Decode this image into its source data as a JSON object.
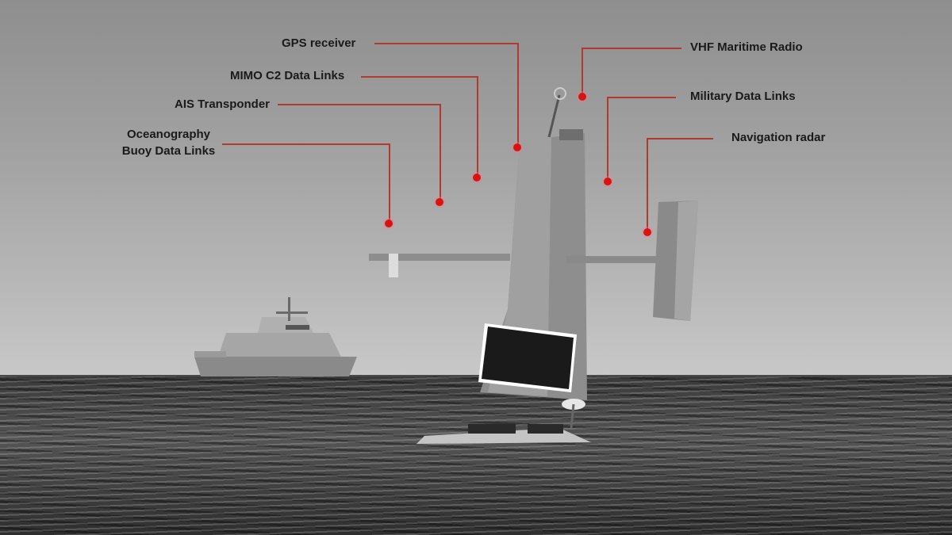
{
  "diagram": {
    "subject": "Uncrewed surface vessel (saildrone) with labeled communication and sensor equipment",
    "background": {
      "sky_color": "#a8a8a8",
      "sea_color": "#3c3c3c",
      "background_vessel": "warship on horizon"
    },
    "accent_color": "#d61414",
    "callouts": [
      {
        "id": "gps",
        "label": "GPS receiver",
        "side": "left"
      },
      {
        "id": "mimo",
        "label": "MIMO C2 Data Links",
        "side": "left"
      },
      {
        "id": "ais",
        "label": "AIS Transponder",
        "side": "left"
      },
      {
        "id": "ocean",
        "label_line1": "Oceanography",
        "label_line2": "Buoy Data Links",
        "side": "left"
      },
      {
        "id": "vhf",
        "label": "VHF Maritime Radio",
        "side": "right"
      },
      {
        "id": "mil",
        "label": "Military Data Links",
        "side": "right"
      },
      {
        "id": "radar",
        "label": "Navigation radar",
        "side": "right"
      }
    ]
  }
}
